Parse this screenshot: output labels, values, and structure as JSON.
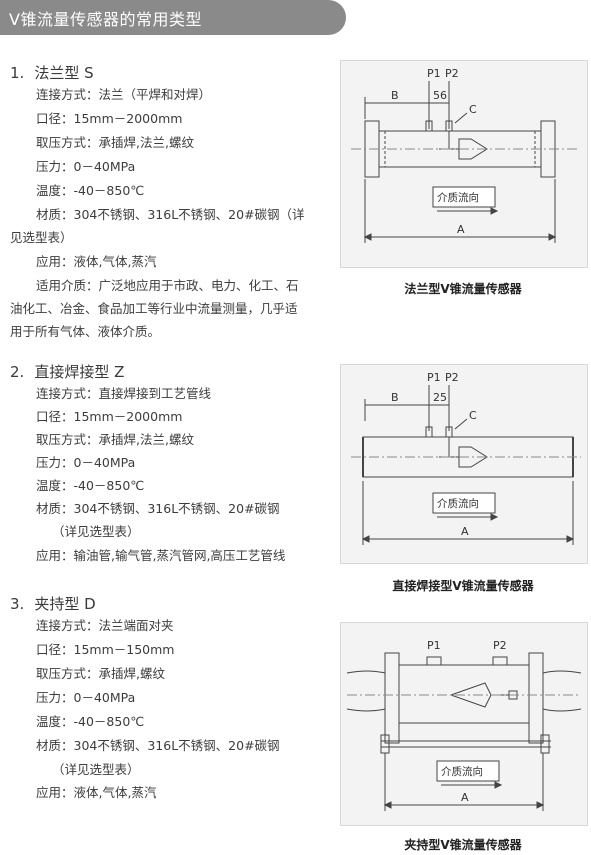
{
  "header": {
    "title": "V锥流量传感器的常用类型"
  },
  "sections": [
    {
      "number": "1.",
      "title": "法兰型 S",
      "lines": [
        "连接方式：法兰（平焊和对焊）",
        "口径：15mm－2000mm",
        "取压方式：承插焊,法兰,螺纹",
        "压力：0－40MPa",
        "温度：-40－850℃",
        "材质：304不锈钢、316L不锈钢、20#碳钢（详",
        "见选型表）",
        "应用：液体,气体,蒸汽",
        "适用介质：广泛地应用于市政、电力、化工、石",
        "油化工、冶金、食品加工等行业中流量测量，几乎适",
        "用于所有气体、液体介质。"
      ],
      "diagram": {
        "p1": "P1",
        "p2": "P2",
        "spacing": "56",
        "b": "B",
        "c": "C",
        "a": "A",
        "flow": "介质流向"
      },
      "caption": "法兰型V锥流量传感器"
    },
    {
      "number": "2.",
      "title": "直接焊接型 Z",
      "lines": [
        "连接方式：直接焊接到工艺管线",
        "口径：15mm－2000mm",
        "取压方式：承插焊,法兰,螺纹",
        "压力：0－40MPa",
        "温度：-40－850℃",
        "材质：304不锈钢、316L不锈钢、20#碳钢",
        "（详见选型表）",
        "应用：输油管,输气管,蒸汽管网,高压工艺管线"
      ],
      "diagram": {
        "p1": "P1",
        "p2": "P2",
        "spacing": "25",
        "b": "B",
        "c": "C",
        "a": "A",
        "flow": "介质流向"
      },
      "caption": "直接焊接型V锥流量传感器"
    },
    {
      "number": "3.",
      "title": "夹持型 D",
      "lines": [
        "连接方式：法兰端面对夹",
        "口径：15mm－150mm",
        "取压方式：承插焊,螺纹",
        "压力：0－40MPa",
        "温度：-40－850℃",
        "材质：304不锈钢、316L不锈钢、20#碳钢",
        "（详见选型表）",
        "应用：液体,气体,蒸汽"
      ],
      "diagram": {
        "p1": "P1",
        "p2": "P2",
        "a": "A",
        "flow": "介质流向"
      },
      "caption": "夹持型V锥流量传感器"
    }
  ]
}
